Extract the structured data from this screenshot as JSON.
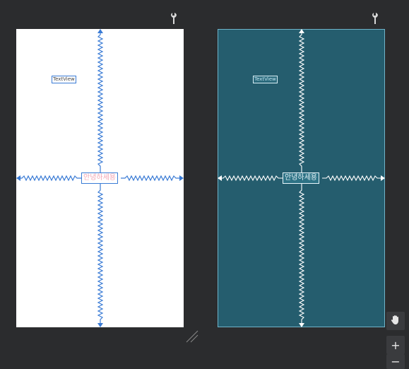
{
  "panels": {
    "design": {
      "textview_label": "TextView",
      "center_text": "안녕하세용"
    },
    "blueprint": {
      "textview_label": "TextView",
      "center_text": "안녕하세용"
    }
  },
  "toolbar": {
    "zoom_in": "+",
    "zoom_out": "−"
  },
  "icons": {
    "panel_settings": "wrench-icon",
    "pan": "hand-icon",
    "resize": "resize-handle-icon"
  },
  "colors": {
    "canvas_bg": "#2b2c2e",
    "design_bg": "#ffffff",
    "blueprint_bg": "#255d6e",
    "constraint_blue": "#3a7bd5"
  }
}
